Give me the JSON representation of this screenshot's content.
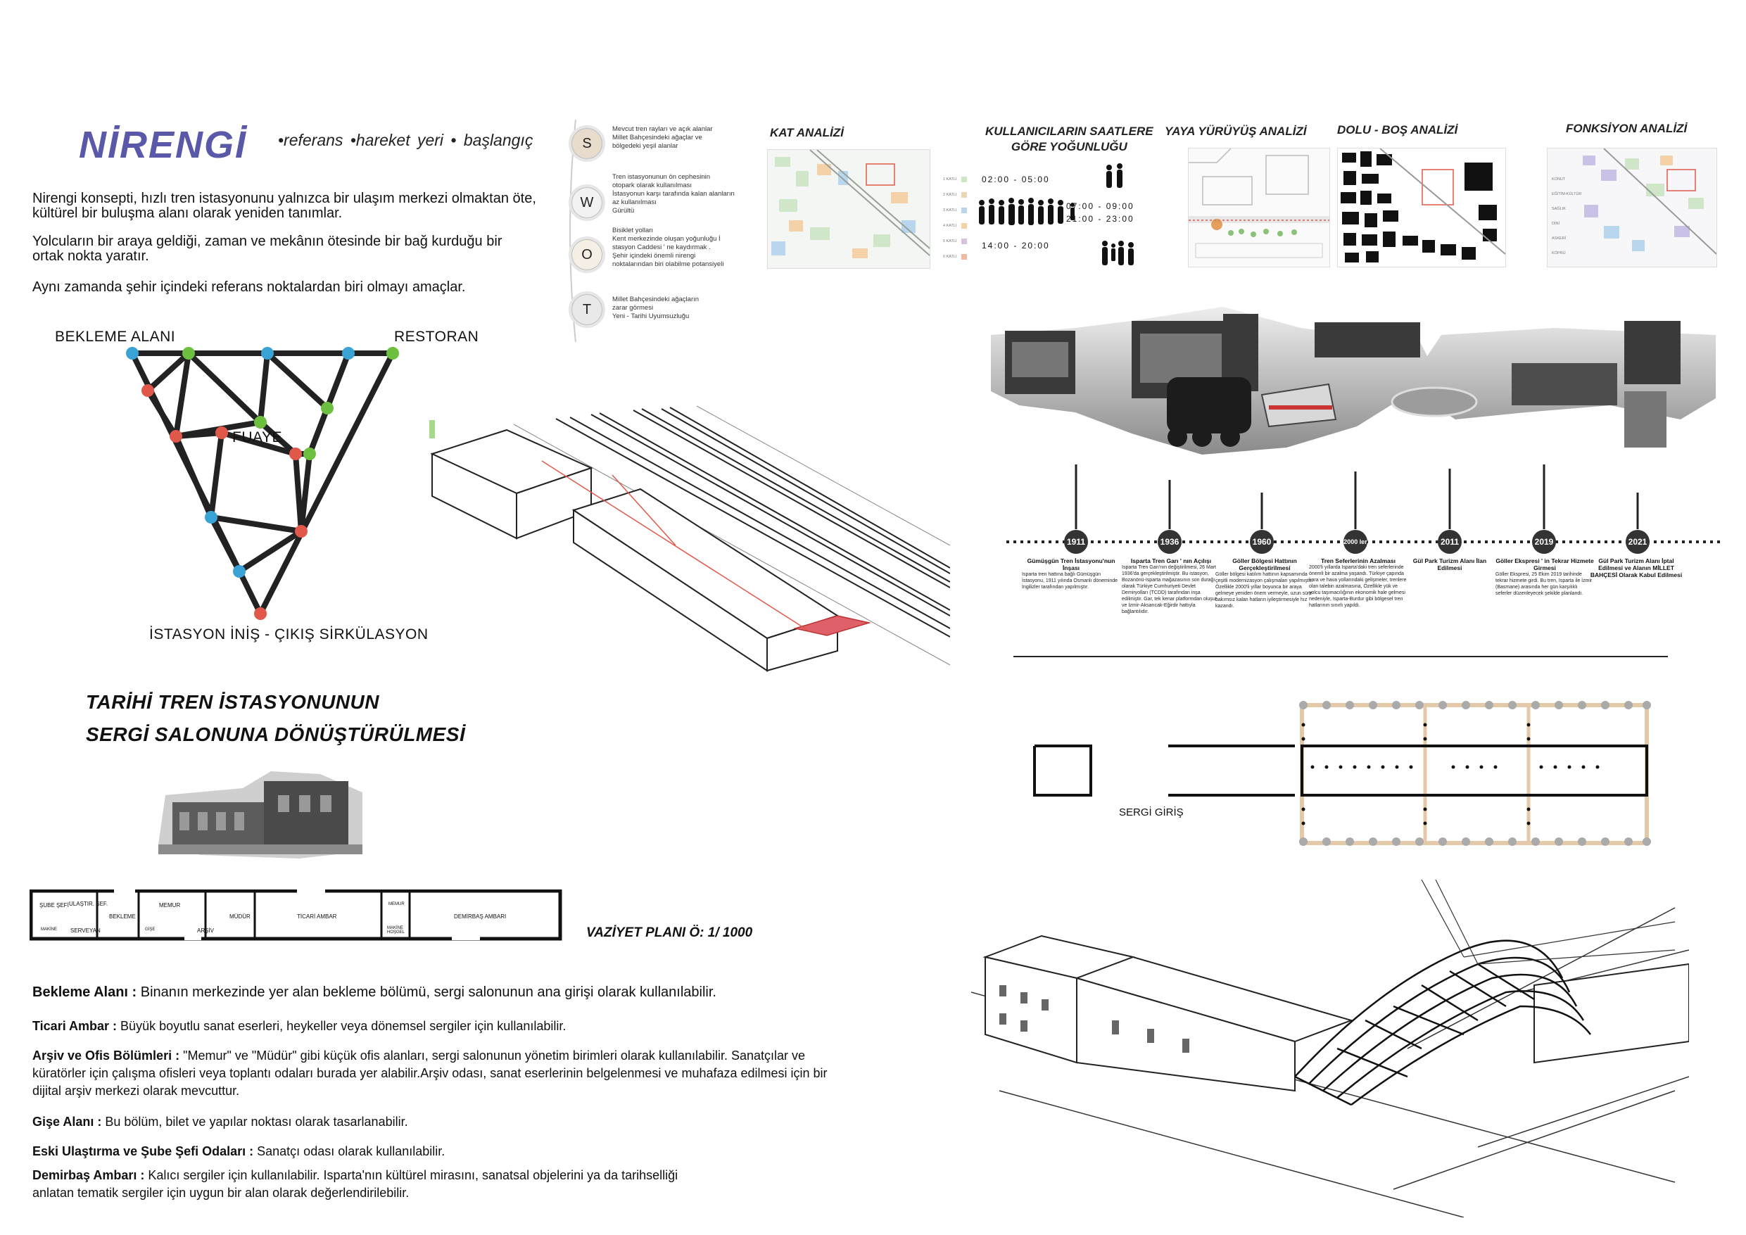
{
  "nirengi": {
    "title": "NİRENGİ",
    "keywords": "•referans  •hareket yeri  •  başlangıç",
    "p1": "Nirengi konsepti, hızlı tren istasyonunu yalnızca bir ulaşım merkezi olmaktan öte, kültürel bir buluşma alanı olarak yeniden tanımlar.",
    "p2": "Yolcuların bir araya geldiği, zaman ve mekânın ötesinde bir bağ kurduğu bir ortak nokta yaratır.",
    "p3": "Aynı zamanda şehir içindeki referans noktalardan biri olmayı amaçlar."
  },
  "triangle": {
    "top_left": "BEKLEME ALANI",
    "top_right": "RESTORAN",
    "center": "FUAYE",
    "bottom": "İSTASYON İNİŞ - ÇIKIŞ SİRKÜLASYON"
  },
  "swot": [
    {
      "letter": "S",
      "lines": [
        "Mevcut tren rayları ve açık alanlar",
        "Millet Bahçesindeki ağaçlar ve",
        "bölgedeki yeşil alanlar"
      ]
    },
    {
      "letter": "W",
      "lines": [
        "Tren istasyonunun ön cephesinin",
        "otopark olarak kullanılması",
        "İstasyonun karşı tarafında kalan alanların",
        "az kullanılması",
        "Gürültü"
      ]
    },
    {
      "letter": "O",
      "lines": [
        "Bisiklet yolları",
        "Kent merkezinde oluşan yoğunluğu İ",
        "stasyon Caddesi ' ne kaydırmak .",
        "Şehir içindeki önemli nirengi",
        "noktalarından biri olabilme potansiyeli"
      ]
    },
    {
      "letter": "T",
      "lines": [
        "Millet Bahçesindeki ağaçların",
        "zarar görmesi",
        "Yeni - Tarihi Uyumsuzluğu"
      ]
    }
  ],
  "analyses": {
    "kat": "KAT ANALİZİ",
    "kullanici_1": "KULLANICILARIN SAATLERE",
    "kullanici_2": "GÖRE YOĞUNLUĞU",
    "yaya": "YAYA YÜRÜYÜŞ ANALİZİ",
    "dolu": "DOLU - BOŞ ANALİZİ",
    "fonksiyon": "FONKSİYON ANALİZİ",
    "times": [
      "02:00 - 05:00",
      "07:00 - 09:00",
      "21:00 - 23:00",
      "14:00 - 20:00"
    ],
    "kat_legend": [
      "1 KATLI",
      "2 KATLI",
      "3 KATLI",
      "4 KATLI",
      "5 KATLI",
      "6 KATLI"
    ],
    "fonk_legend": [
      "KONUT",
      "EĞİTİM-KÜLTÜR",
      "SAĞLIK",
      "DİNİ",
      "ASKERİ",
      "KÖPRÜ"
    ]
  },
  "timeline": [
    {
      "year": "1911",
      "title": "Gümüşgün Tren İstasyonu'nun İnşası",
      "body": "Isparta tren hattına bağlı Gümüşgün İstasyonu, 1911 yılında Osmanlı döneminde İngilizler tarafından yapılmıştır."
    },
    {
      "year": "1936",
      "title": "Isparta Tren Garı ' nın Açılışı",
      "body": "Isparta Tren Garı'nın değiştirilmesi, 26 Mart 1936'da gerçekleştirilmiştir. Bu istasyon, Bozanönü-Isparta mağazasının son durağı olarak Türkiye Cumhuriyeti Devlet Demiryolları (TCDD) tarafından inşa edilmiştir. Gar, tek kenar platformdan oluşur ve İzmir-Aksarıcak-Eğirdir hattıyla bağlantılıdır."
    },
    {
      "year": "1960",
      "title": "Göller Bölgesi Hattının Gerçekleştirilmesi",
      "body": "Göller bölgesi katılım hattının kapsamında çeşitli modernizasyon çalışmaları yapılmıştır. Özellikle 2000'li yıllar boyunca bir araya gelmeye yeniden önem vermeyle, uzun süre bakımsız kalan hatların iyileştirmesiyle hız kazandı."
    },
    {
      "year": "2000 ler",
      "title": "Tren Seferlerinin Azalması",
      "body": "2000'li yıllarda Isparta'daki tren seferlerinde önemli bir azalma yaşandı. Türkiye çapında kara ve hava yollarındaki gelişmeler, trenlere olan talebin azalmasına, Özellikle yük ve yolcu taşımacılığının ekonomik hale gelmesi nedeniyle, Isparta-Burdur gibi bölgesel tren hatlarının sınırlı yapıldı."
    },
    {
      "year": "2011",
      "title": "Gül Park Turizm Alanı İlan Edilmesi",
      "body": ""
    },
    {
      "year": "2019",
      "title": "Göller Ekspresi ' in Tekrar Hizmete Girmesi",
      "body": "Göller Ekspresi, 25 Ekim 2019 tarihinde tekrar hizmete girdi. Bu tren, Isparta ile İzmir (Basmane) arasında her gün karşılıklı seferler düzenleyecek şekilde planlandı."
    },
    {
      "year": "2021",
      "title": "Gül Park Turizm Alanı İptal Edilmesi ve Alanın MİLLET BAHÇESİ Olarak Kabul Edilmesi",
      "body": ""
    }
  ],
  "conversion": {
    "title1": "TARİHİ TREN İSTASYONUNUN",
    "title2": "SERGİ SALONUNA DÖNÜŞTÜRÜLMESİ",
    "plan_scale": "VAZİYET PLANI Ö: 1/ 1000",
    "sergi_giris": "SERGİ GİRİŞ",
    "plan_rooms": [
      "ŞUBE ŞEFİ",
      "ULAŞTIR. ŞEF.",
      "BEKLEME",
      "SERVEYAN",
      "MAKİNE",
      "MEMUR",
      "ARŞİV",
      "MÜDÜR",
      "GİŞE",
      "TİCARİ AMBAR",
      "MEMUR",
      "MAKİNE HOŞGEL",
      "DEMİRBAŞ AMBARI"
    ]
  },
  "descriptions": [
    {
      "label": "Bekleme Alanı :",
      "text": " Binanın merkezinde yer alan bekleme bölümü, sergi salonunun ana girişi olarak kullanılabilir."
    },
    {
      "label": "Ticari Ambar :",
      "text": " Büyük boyutlu sanat eserleri, heykeller veya dönemsel sergiler için kullanılabilir."
    },
    {
      "label": "Arşiv ve Ofis Bölümleri :",
      "text": " \"Memur\" ve \"Müdür\" gibi küçük ofis alanları, sergi salonunun yönetim birimleri olarak kullanılabilir. Sanatçılar ve küratörler için çalışma ofisleri veya toplantı odaları burada yer alabilir.Arşiv odası, sanat eserlerinin belgelenmesi ve muhafaza edilmesi için bir dijital arşiv merkezi olarak mevcuttur."
    },
    {
      "label": "Gişe Alanı :",
      "text": " Bu bölüm, bilet ve yapılar noktası olarak tasarlanabilir."
    },
    {
      "label": "Eski Ulaştırma ve Şube Şefi Odaları :",
      "text": " Sanatçı odası olarak kullanılabilir."
    },
    {
      "label": "Demirbaş Ambarı :",
      "text": " Kalıcı sergiler için kullanılabilir.  Isparta'nın kültürel mirasını, sanatsal objelerini ya da tarihselliği anlatan tematik sergiler için uygun bir alan olarak değerlendirilebilir."
    }
  ],
  "colors": {
    "accent": "#5a58a8",
    "red": "#e0584a",
    "green": "#6cbf3f",
    "blue": "#3aa3d6",
    "roof_red": "#e0606a"
  }
}
